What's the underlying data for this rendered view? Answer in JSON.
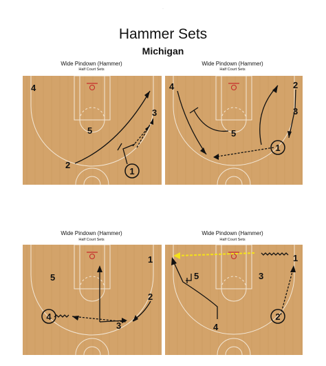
{
  "header_small": "~",
  "title": "Hammer Sets",
  "team": "Michigan",
  "colors": {
    "wood": "#d3a36a",
    "wood_dark": "#c08f56",
    "line": "#f3e7d6",
    "ink": "#111111",
    "pass_highlight": "#f4e21a"
  },
  "diagrams": [
    {
      "title": "Wide Pindown (Hammer)",
      "subtitle": "Half Court Sets",
      "players": [
        {
          "label": "4",
          "circled": false
        },
        {
          "label": "5",
          "circled": false
        },
        {
          "label": "3",
          "circled": false
        },
        {
          "label": "2",
          "circled": false
        },
        {
          "label": "1",
          "circled": true
        }
      ]
    },
    {
      "title": "Wide Pindown (Hammer)",
      "subtitle": "Half Court Sets",
      "players": [
        {
          "label": "4",
          "circled": false
        },
        {
          "label": "2",
          "circled": false
        },
        {
          "label": "3",
          "circled": false
        },
        {
          "label": "5",
          "circled": false
        },
        {
          "label": "1",
          "circled": true
        }
      ]
    },
    {
      "title": "Wide Pindown (Hammer)",
      "subtitle": "Half Court Sets",
      "players": [
        {
          "label": "1",
          "circled": false
        },
        {
          "label": "5",
          "circled": false
        },
        {
          "label": "2",
          "circled": false
        },
        {
          "label": "3",
          "circled": false
        },
        {
          "label": "4",
          "circled": true
        }
      ]
    },
    {
      "title": "Wide Pindown (Hammer)",
      "subtitle": "Half Court Sets",
      "players": [
        {
          "label": "1",
          "circled": false
        },
        {
          "label": "5",
          "circled": false
        },
        {
          "label": "3",
          "circled": false
        },
        {
          "label": "4",
          "circled": false
        },
        {
          "label": "2",
          "circled": true
        }
      ]
    }
  ]
}
